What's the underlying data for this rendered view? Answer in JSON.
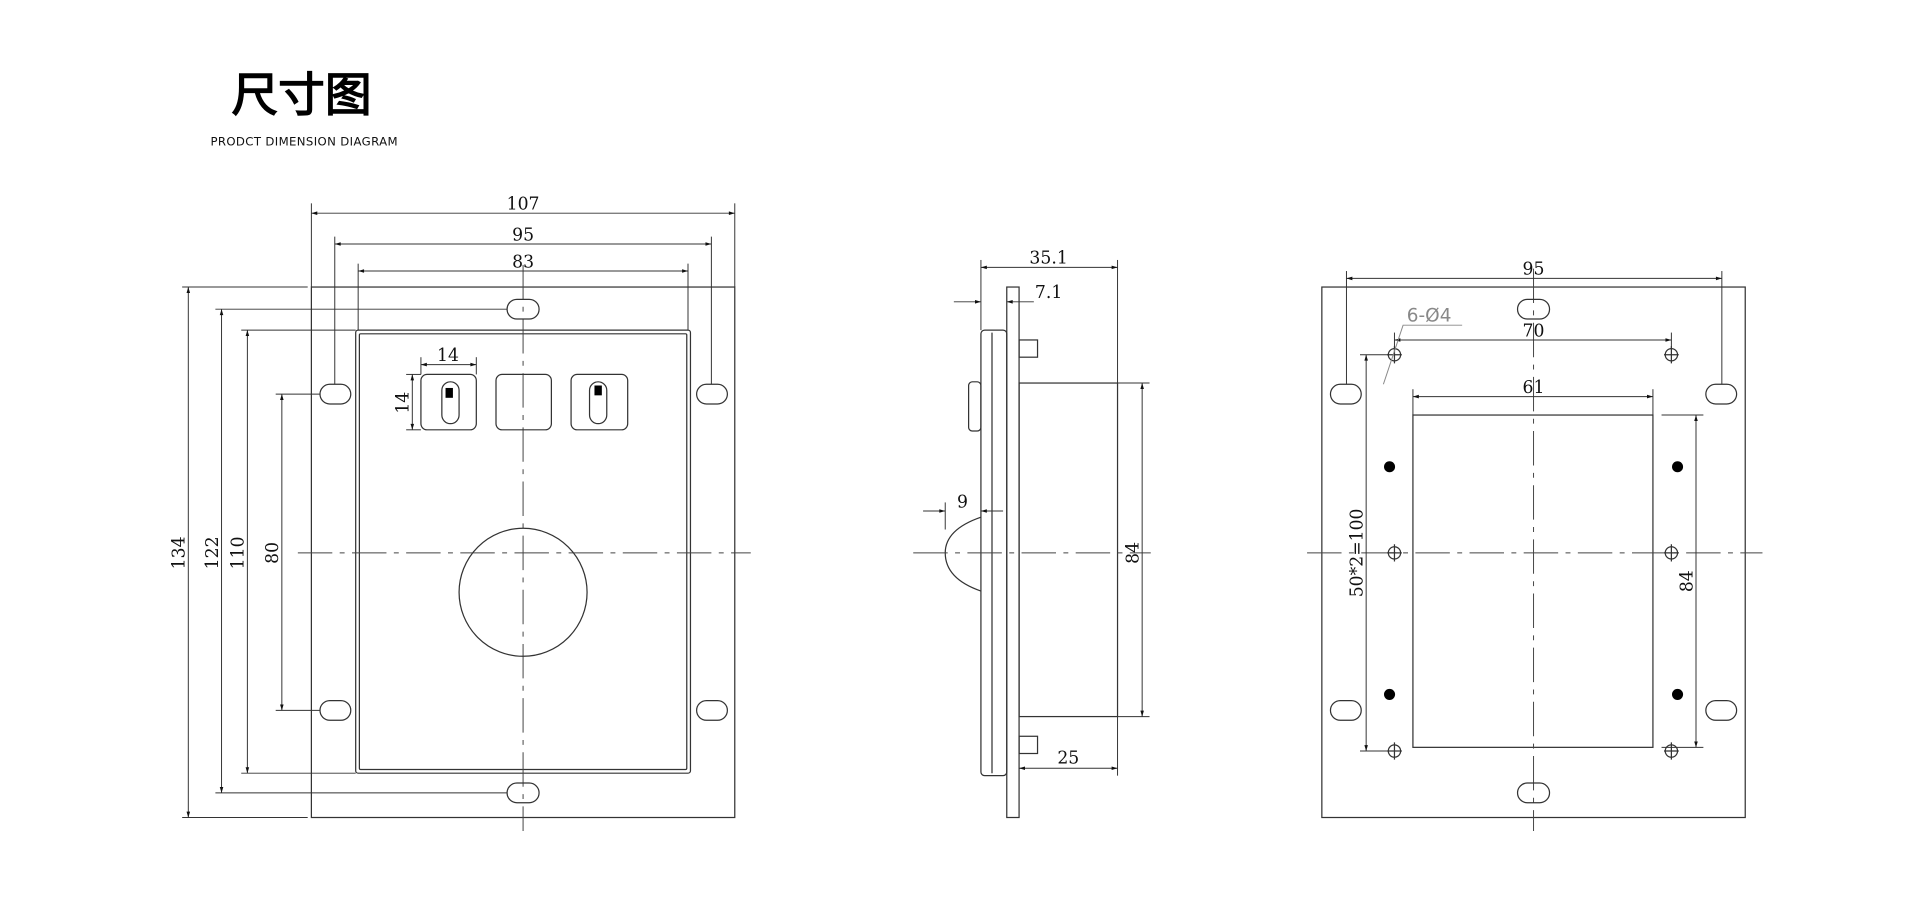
{
  "header": {
    "title": "尺寸图",
    "subtitle": "PRODCT DIMENSION DIAGRAM"
  },
  "front_view": {
    "width_overall": "107",
    "width_holes": "95",
    "width_panel": "83",
    "height_overall": "134",
    "height_slots": "122",
    "height_panel": "110",
    "height_holes": "80",
    "button_width": "14",
    "button_height": "14"
  },
  "side_view": {
    "depth_total": "35.1",
    "bezel": "7.1",
    "ball_protrusion": "9",
    "body_height": "84",
    "body_depth": "25"
  },
  "back_view": {
    "width_holes": "95",
    "hole_spacing": "70",
    "cutout_width": "61",
    "hole_pitch": "50*2=100",
    "cutout_height": "84",
    "hole_callout": "6-Ø4"
  }
}
